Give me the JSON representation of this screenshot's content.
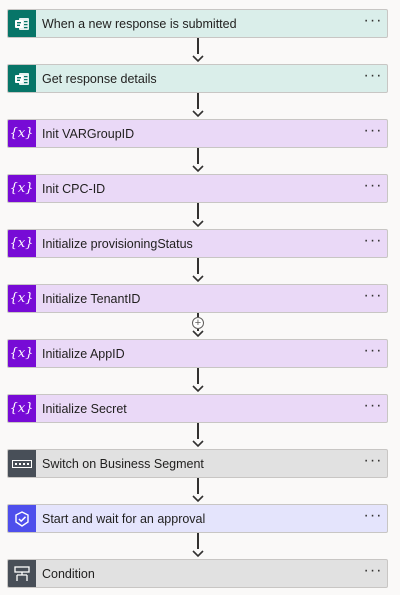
{
  "steps": [
    {
      "label": "When a new response is submitted",
      "kind": "forms",
      "more": "···"
    },
    {
      "label": "Get response details",
      "kind": "forms",
      "more": "···"
    },
    {
      "label": "Init VARGroupID",
      "kind": "variable",
      "more": "···"
    },
    {
      "label": "Init CPC-ID",
      "kind": "variable",
      "more": "···"
    },
    {
      "label": "Initialize provisioningStatus",
      "kind": "variable",
      "more": "···"
    },
    {
      "label": "Initialize TenantID",
      "kind": "variable",
      "more": "···"
    },
    {
      "label": "Initialize AppID",
      "kind": "variable",
      "more": "···"
    },
    {
      "label": "Initialize Secret",
      "kind": "variable",
      "more": "···"
    },
    {
      "label": "Switch on Business Segment",
      "kind": "switch",
      "more": "···"
    },
    {
      "label": "Start and wait for an approval",
      "kind": "approval",
      "more": "···"
    },
    {
      "label": "Condition",
      "kind": "condition",
      "more": "···"
    }
  ],
  "icons": {
    "forms": "forms-icon",
    "variable": "variable-icon",
    "switch": "switch-icon",
    "approval": "approval-icon",
    "condition": "condition-icon"
  },
  "variable_symbol": "{x}",
  "add_step_symbol": "+",
  "colors": {
    "forms_icon_bg": "#077568",
    "forms_card_bg": "#daeeea",
    "variable_icon_bg": "#770bd6",
    "variable_card_bg": "#ead9f7",
    "switch_icon_bg": "#484f58",
    "switch_card_bg": "#e1e1e1",
    "approval_icon_bg": "#4e4fec",
    "approval_card_bg": "#e4e4fc",
    "condition_icon_bg": "#484f58",
    "condition_card_bg": "#e1e1e1"
  }
}
